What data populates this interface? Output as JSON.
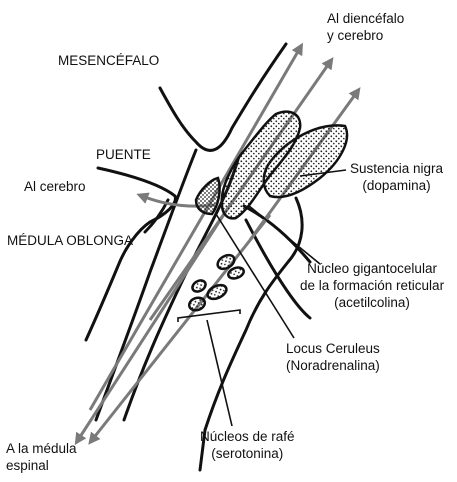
{
  "labels": {
    "mesencefalo": "MESENCÉFALO",
    "puente": "PUENTE",
    "medula_oblonga": "MÉDULA OBLONGA",
    "al_diencefalo_1": "Al diencéfalo",
    "al_diencefalo_2": "y cerebro",
    "al_cerebro": "Al cerebro",
    "sustancia_1": "Sustencia nigra",
    "sustancia_2": "(dopamina)",
    "gigantocelular_1": "Núcleo gigantocelular",
    "gigantocelular_2": "de la formación reticular",
    "gigantocelular_3": "(acetilcolina)",
    "locus_1": "Locus Ceruleus",
    "locus_2": "(Noradrenalina)",
    "rafe_1": "Núcleos de rafé",
    "rafe_2": "(serotonina)",
    "medula_1": "A la médula",
    "medula_2": "espinal"
  },
  "colors": {
    "outline": "#111111",
    "pathway_arrow": "#7a7a7a",
    "stipple": "#222222"
  }
}
